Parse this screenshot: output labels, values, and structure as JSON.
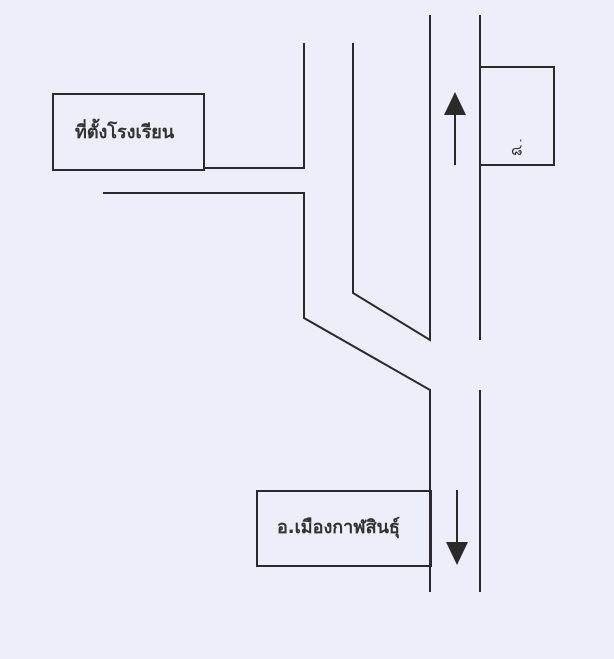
{
  "map": {
    "school_label": "ที่ตั้งโรงเรียน",
    "district_label": "อ.เมืองกาฬสินธุ์",
    "building_label": "๘่",
    "colors": {
      "background": "#eceff9",
      "line": "#2a2a2a"
    }
  }
}
